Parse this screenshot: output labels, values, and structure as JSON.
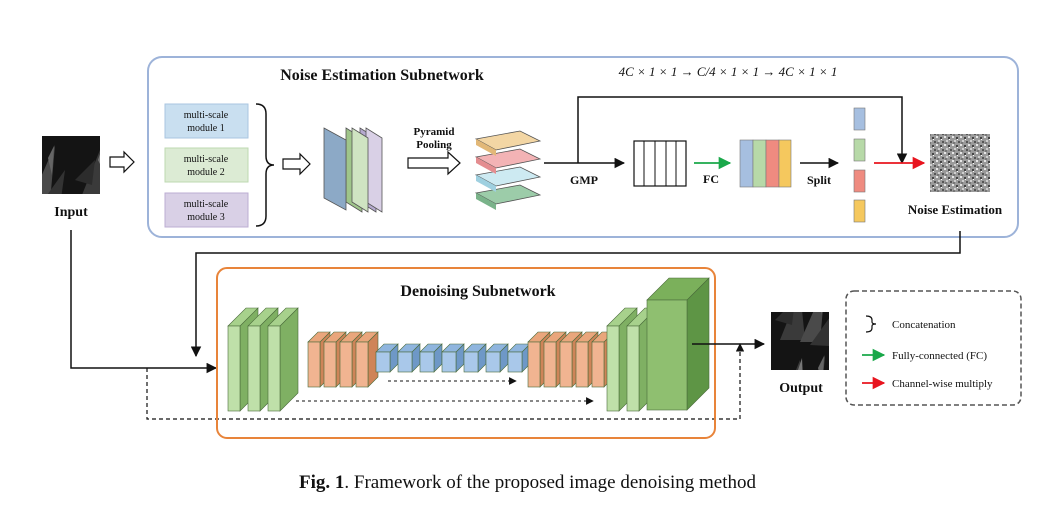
{
  "panels": {
    "noise_estimation": "Noise Estimation Subnetwork",
    "denoising": "Denoising Subnetwork"
  },
  "modules": [
    "multi-scale\nmodule 1",
    "multi-scale\nmodule 2",
    "multi-scale\nmodule 3"
  ],
  "labels": {
    "input": "Input",
    "output": "Output",
    "pyramid_pooling": "Pyramid\nPooling",
    "gmp": "GMP",
    "fc": "FC",
    "split": "Split",
    "noise_estimation_out": "Noise Estimation",
    "dims": "4C × 1 × 1 → C/4 × 1 × 1 → 4C × 1 × 1"
  },
  "legend": {
    "items": [
      {
        "label": "Concatenation",
        "symbol": "bracket",
        "color": "#111111"
      },
      {
        "label": "Fully-connected (FC)",
        "symbol": "arrow",
        "color": "#1aa84a"
      },
      {
        "label": "Channel-wise multiply",
        "symbol": "arrow",
        "color": "#e8141e"
      }
    ]
  },
  "caption": {
    "prefix": "Fig. 1",
    "text": ". Framework of the proposed image denoising method"
  },
  "colors": {
    "module_blue": "#c9dff0",
    "module_green": "#dcebd4",
    "module_purple": "#d9d0e6",
    "green_block": "#92c47c",
    "orange_block": "#eaa47e",
    "blue_block": "#8fb5de",
    "noise_panel_border": "#9db3d9",
    "denoise_panel_border": "#e8843a"
  }
}
